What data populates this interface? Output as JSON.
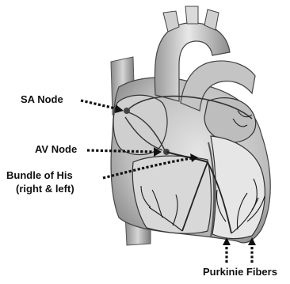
{
  "labels": {
    "sa_node": "SA Node",
    "av_node": "AV Node",
    "bundle_line1": "Bundle of His",
    "bundle_line2": "(right & left)",
    "purkinje": "Purkinie Fibers"
  }
}
